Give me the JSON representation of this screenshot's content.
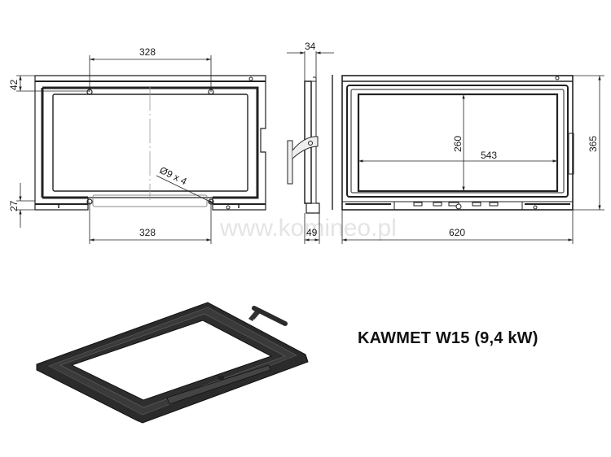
{
  "title": "KAWMET W15 (9,4 kW)",
  "watermark": "www.komineo.pl",
  "colors": {
    "line": "#222222",
    "frame": "#2a2a2a",
    "watermark": "#e4e4e4",
    "background": "#ffffff"
  },
  "views": {
    "rear_view": {
      "dim_top_width": "328",
      "dim_bottom_width": "328",
      "dim_top_offset": "42",
      "dim_bottom_offset": "27",
      "hole_note": "Ø9 x 4"
    },
    "side_view": {
      "dim_depth_top": "34",
      "dim_depth_bottom": "49"
    },
    "front_view": {
      "dim_glass_height": "260",
      "dim_glass_width": "543",
      "dim_total_height": "365",
      "dim_total_width": "620"
    },
    "iso_view": {
      "label": "3D render of door frame"
    }
  }
}
